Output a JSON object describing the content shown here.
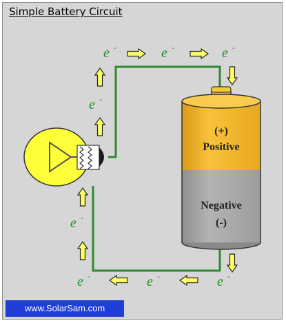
{
  "title": "Simple Battery Circuit",
  "battery": {
    "positive_symbol": "(+)",
    "positive_label": "Positive",
    "negative_label": "Negative",
    "negative_symbol": "(-)"
  },
  "electron": {
    "symbol": "e",
    "charge": "-"
  },
  "footer": "www.SolarSam.com",
  "colors": {
    "wire": "#2c8c2c",
    "arrow_fill": "#ffff66",
    "battery_top": "#f3b42a",
    "battery_bottom": "#a9a9a9",
    "bulb": "#ffff3a",
    "footer_bg": "#1f3ed6"
  }
}
